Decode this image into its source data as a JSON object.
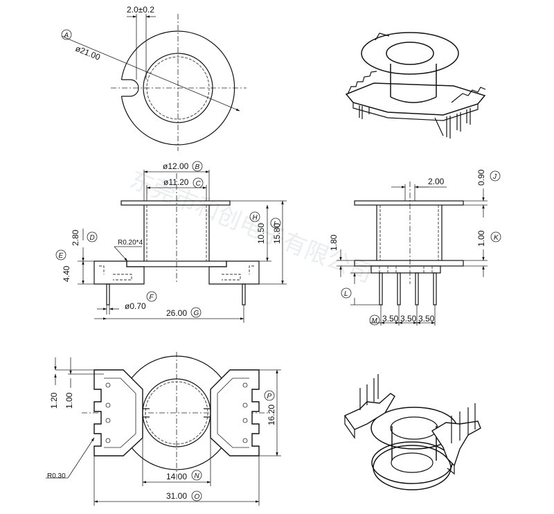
{
  "top_view": {
    "slot_width": "2.0±0.2",
    "outer_diameter": "ø21.00",
    "bubble_a": "A"
  },
  "front_view": {
    "diam_b": "ø12.00",
    "bubble_b": "B",
    "diam_c": "ø11.20",
    "bubble_c": "C",
    "dim_d": "2.80",
    "bubble_d": "D",
    "dim_e": "4.40",
    "bubble_e": "E",
    "radius_note": "R0.20*4",
    "pin_diam": "ø0.70",
    "bubble_f": "F",
    "pin_span": "26.00",
    "bubble_g": "G",
    "dim_h": "10.50",
    "bubble_h": "H",
    "dim_i": "15.80",
    "bubble_i": "I"
  },
  "side_view": {
    "dim_top": "2.00",
    "dim_j": "0.90",
    "bubble_j": "J",
    "dim_k": "1.00",
    "bubble_k": "K",
    "dim_left": "1.80",
    "bubble_l": "L",
    "bubble_m": "M",
    "pitches": [
      "3.50",
      "3.50",
      "3.50"
    ]
  },
  "bottom_view": {
    "dim_120": "1.20",
    "dim_100": "1.00",
    "dim_p": "16.20",
    "bubble_p": "P",
    "radius_note": "R0.30",
    "dim_n": "14.00",
    "bubble_n": "N",
    "dim_o": "31.00",
    "bubble_o": "O"
  },
  "watermark": "东莞市和创电子有限公司"
}
